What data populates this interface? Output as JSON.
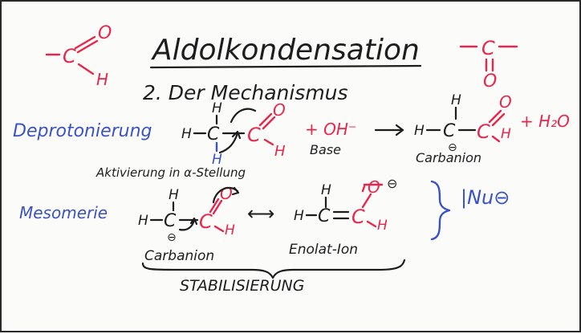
{
  "board": {
    "title": "Aldolkondensation",
    "subtitle": "2. Der Mechanismus",
    "colors": {
      "ink": "#1d1d1d",
      "red": "#e8264b",
      "blue": "#3a52c4"
    }
  },
  "row1": {
    "label": "Deprotonierung",
    "reagent": "+ OH⁻",
    "base_label": "Base",
    "product_plus_water": "+ H₂O",
    "carbanion_label": "Carbanion",
    "activation_note": "Aktivierung in α-Stellung"
  },
  "row2": {
    "label": "Mesomerie",
    "carbanion_label": "Carbanion",
    "enolate_label": "Enolat-Ion",
    "stabilization_label": "STABILISIERUNG",
    "nucleophile": "|Nu⊖"
  },
  "atoms": {
    "H": "H",
    "C": "C",
    "O": "O",
    "dash": "–",
    "equals": "=",
    "minus": "⊖",
    "arrow": "⟶",
    "resonance": "⟷"
  }
}
